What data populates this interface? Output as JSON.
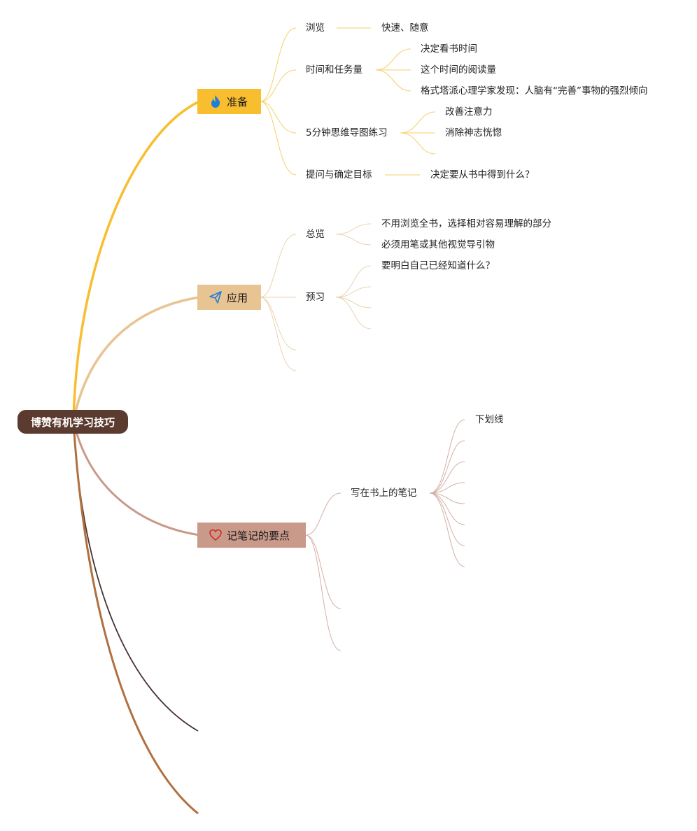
{
  "root": {
    "label": "博赞有机学习技巧"
  },
  "branches": [
    {
      "label": "准备",
      "icon": "fire-icon",
      "color": "#f9be2f",
      "children": [
        {
          "label": "浏览",
          "children": [
            {
              "label": "快速、随意"
            }
          ]
        },
        {
          "label": "时间和任务量",
          "children": [
            {
              "label": "决定看书时间"
            },
            {
              "label": "这个时间的阅读量"
            },
            {
              "label": "格式塔派心理学家发现：人脑有“完善”事物的强烈倾向"
            }
          ]
        },
        {
          "label": "5分钟思维导图练习",
          "children": [
            {
              "label": "改善注意力"
            },
            {
              "label": "消除神志恍惚"
            }
          ]
        },
        {
          "label": "提问与确定目标",
          "children": [
            {
              "label": "决定要从书中得到什么？"
            }
          ]
        }
      ]
    },
    {
      "label": "应用",
      "icon": "paper-plane-icon",
      "color": "#e8c493",
      "children": [
        {
          "label": "总览",
          "children": [
            {
              "label": "不用浏览全书，选择相对容易理解的部分"
            },
            {
              "label": "必须用笔或其他视觉导引物"
            }
          ]
        },
        {
          "label": "预习",
          "children": [
            {
              "label": "要明白自己已经知道什么？"
            }
          ]
        }
      ]
    },
    {
      "label": "记笔记的要点",
      "icon": "heart-icon",
      "color": "#c9998a",
      "children": [
        {
          "label": "写在书上的笔记",
          "children": [
            {
              "label": "下划线"
            }
          ]
        }
      ]
    }
  ],
  "colors": {
    "root_bg": "#5b3a2f",
    "branch_dark": "#4a3232",
    "branch_brown": "#b07040"
  }
}
